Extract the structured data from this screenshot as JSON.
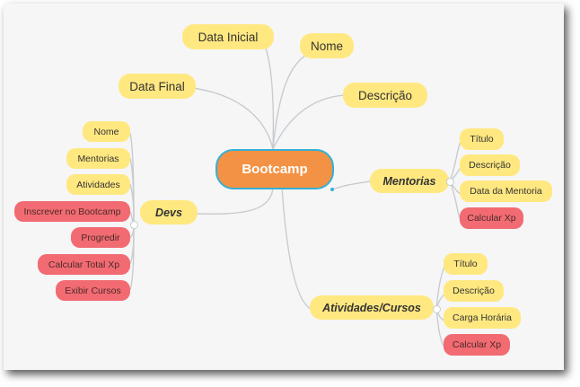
{
  "root": {
    "label": "Bootcamp"
  },
  "top_nodes": {
    "data_inicial": "Data Inicial",
    "nome": "Nome",
    "data_final": "Data Final",
    "descricao": "Descrição"
  },
  "devs": {
    "label": "Devs",
    "items": [
      "Nome",
      "Mentorias",
      "Atividades",
      "Inscrever no Bootcamp",
      "Progredir",
      "Calcular Total Xp",
      "Exibir Cursos"
    ]
  },
  "mentorias": {
    "label": "Mentorias",
    "items": [
      "Título",
      "Descrição",
      "Data da Mentoria",
      "Calcular Xp"
    ]
  },
  "atividades": {
    "label": "Atividades/Cursos",
    "items": [
      "Título",
      "Descrição",
      "Carga Horária",
      "Calcular Xp"
    ]
  },
  "colors": {
    "root_fill": "#f39244",
    "root_border": "#35b0d6",
    "attribute_fill": "#ffe880",
    "method_fill": "#f26b72",
    "connector": "#c8ccd0"
  }
}
